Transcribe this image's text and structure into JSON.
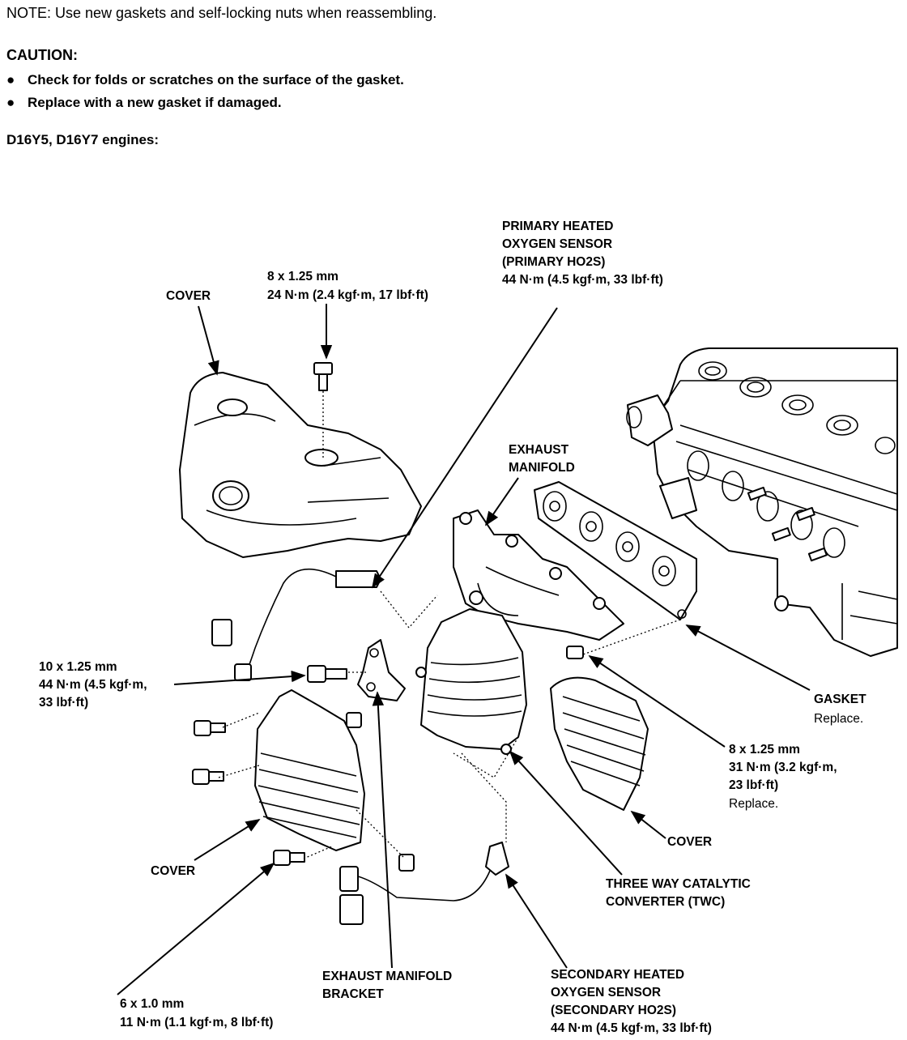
{
  "note": "NOTE:  Use new gaskets and self-locking nuts when reassembling.",
  "caution": {
    "heading": "CAUTION:",
    "items": [
      "Check for folds or scratches on the surface of the gasket.",
      "Replace with a new gasket if damaged."
    ]
  },
  "engines": "D16Y5, D16Y7 engines:",
  "labels": {
    "primary_sensor": [
      "PRIMARY HEATED",
      "OXYGEN SENSOR",
      "(PRIMARY HO2S)",
      "44 N·m (4.5 kgf·m, 33 lbf·ft)"
    ],
    "cover_top": "COVER",
    "bolt_top": [
      "8 x 1.25 mm",
      "24 N·m (2.4 kgf·m, 17 lbf·ft)"
    ],
    "exhaust_manifold": [
      "EXHAUST",
      "MANIFOLD"
    ],
    "bolt_left": [
      "10 x 1.25 mm",
      "44 N·m (4.5 kgf·m,",
      "33 lbf·ft)"
    ],
    "gasket": [
      "GASKET",
      "Replace."
    ],
    "nut_right": [
      "8 x 1.25 mm",
      "31 N·m (3.2 kgf·m,",
      "23 lbf·ft)",
      "Replace."
    ],
    "cover_right": "COVER",
    "cover_left": "COVER",
    "twc": [
      "THREE WAY CATALYTIC",
      "CONVERTER (TWC)"
    ],
    "bracket": [
      "EXHAUST MANIFOLD",
      "BRACKET"
    ],
    "bolt_bottom": [
      "6 x 1.0 mm",
      "11 N·m (1.1 kgf·m, 8 lbf·ft)"
    ],
    "secondary_sensor": [
      "SECONDARY HEATED",
      "OXYGEN SENSOR",
      "(SECONDARY HO2S)",
      "44 N·m (4.5 kgf·m, 33 lbf·ft)"
    ]
  }
}
